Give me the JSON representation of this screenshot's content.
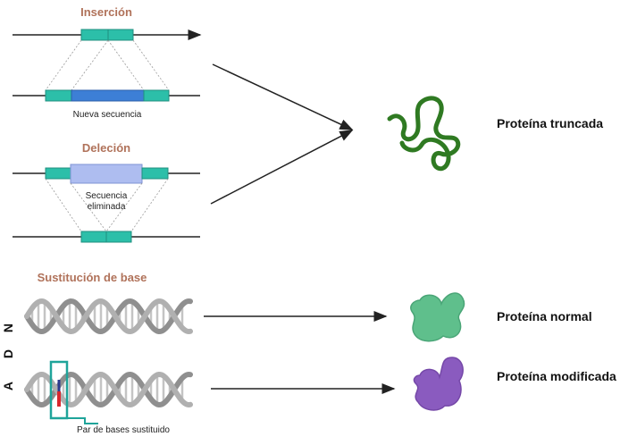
{
  "insertion": {
    "title": "Inserción",
    "label": "Nueva secuencia"
  },
  "deletion": {
    "title": "Deleción",
    "label_line1": "Secuencia",
    "label_line2": "eliminada"
  },
  "substitution": {
    "title": "Sustitución de base",
    "callout": "Par de bases sustituido"
  },
  "side_label": [
    "A",
    "D",
    "N"
  ],
  "outcomes": {
    "truncated": "Proteína truncada",
    "normal": "Proteína normal",
    "modified": "Proteína modificada"
  },
  "colors": {
    "title": "#b0725a",
    "teal": "#2cbfa9",
    "teal_dark": "#1f8f7f",
    "blue_insert": "#3d7fd6",
    "lavender": "#aebdf0",
    "line": "#222222",
    "dna": "#9e9e9e",
    "green_protein": "#2f7a22",
    "mint_protein": "#5fbf8c",
    "purple_protein": "#8a5bbf",
    "callout": "#1fa49a",
    "mutation": "#d8282e"
  },
  "icons": [
    "arrow-icon",
    "protein-icon",
    "dna-helix-icon"
  ]
}
